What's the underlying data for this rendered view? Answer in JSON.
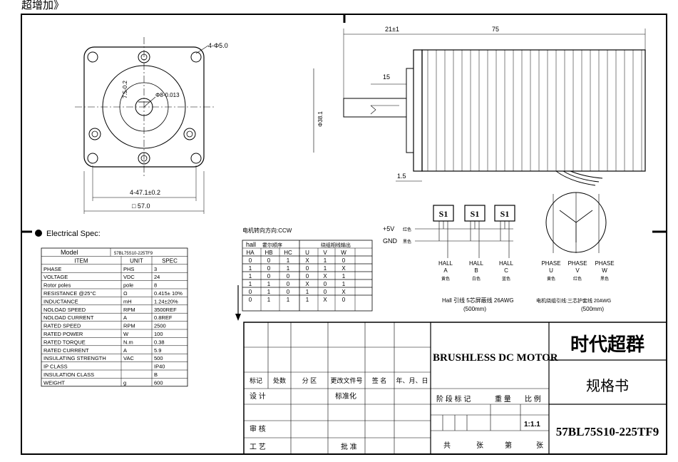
{
  "header_fragment": "超增加》",
  "motor_drawing": {
    "dim_hole": "4-Φ5.0",
    "dim_key": "7.5-0.2",
    "dim_shaft": "Φ8-0.013",
    "dim_bolt": "4-47.1±0.2",
    "dim_square": "□ 57.0",
    "dim_21": "21±1",
    "dim_75": "75",
    "dim_15": "15",
    "dim_38": "Φ38.1",
    "dim_1_5": "1.5"
  },
  "electrical_spec": {
    "heading": "Electrical Spec:",
    "model_label": "Model",
    "model_value": "57BL75S10-225TF9",
    "columns": [
      "ITEM",
      "UNIT",
      "SPEC"
    ],
    "rows": [
      [
        "PHASE",
        "PHS",
        "3"
      ],
      [
        "VOLTAGE",
        "VDC",
        "24"
      ],
      [
        "Rotor poles",
        "pole",
        "8"
      ],
      [
        "RESISTANCE @25°C",
        "Ω",
        "0.415± 10%"
      ],
      [
        "INDUCTANCE",
        "mH",
        "1.24±20%"
      ],
      [
        "NOLOAD SPEED",
        "RPM",
        "3500REF"
      ],
      [
        "NOLOAD CURRENT",
        "A",
        "0.8REF"
      ],
      [
        "RATED SPEED",
        "RPM",
        "2500"
      ],
      [
        "RATED POWER",
        "W",
        "100"
      ],
      [
        "RATED TORQUE",
        "N.m",
        "0.38"
      ],
      [
        "RATED CURRENT",
        "A",
        "5.9"
      ],
      [
        "INSULATING STRENGTH",
        "VAC",
        "500"
      ],
      [
        "IP CLASS",
        "",
        "IP40"
      ],
      [
        "INSULATION CLASS",
        "",
        "B"
      ],
      [
        "WEIGHT",
        "g",
        "600"
      ]
    ]
  },
  "hall_table": {
    "rotation": "电机转向方向:CCW",
    "hall_label": "hall",
    "hall_seq_label": "霍尔顺序",
    "phase_label": "绕组相线输出",
    "columns": [
      "HA",
      "HB",
      "HC",
      "U",
      "V",
      "W"
    ],
    "rows": [
      [
        "0",
        "0",
        "1",
        "X",
        "1",
        "0"
      ],
      [
        "1",
        "0",
        "1",
        "0",
        "1",
        "X"
      ],
      [
        "1",
        "0",
        "0",
        "0",
        "X",
        "1"
      ],
      [
        "1",
        "1",
        "0",
        "X",
        "0",
        "1"
      ],
      [
        "0",
        "1",
        "0",
        "1",
        "0",
        "X"
      ],
      [
        "0",
        "1",
        "1",
        "1",
        "X",
        "0"
      ]
    ]
  },
  "wiring": {
    "plus5v": "+5V",
    "plus5v_color": "红色",
    "gnd": "GND",
    "gnd_color": "黑色",
    "sensors": [
      "S1",
      "S1",
      "S1"
    ],
    "halls": [
      {
        "name": "HALL",
        "letter": "A",
        "color": "黄色"
      },
      {
        "name": "HALL",
        "letter": "B",
        "color": "白色"
      },
      {
        "name": "HALL",
        "letter": "C",
        "color": "蓝色"
      }
    ],
    "hall_cable": "Hall 引线 5芯屏蔽线 26AWG",
    "hall_cable_len": "(500mm)",
    "phases": [
      {
        "name": "PHASE",
        "letter": "U",
        "color": "黄色"
      },
      {
        "name": "PHASE",
        "letter": "V",
        "color": "红色"
      },
      {
        "name": "PHASE",
        "letter": "W",
        "color": "黑色"
      }
    ],
    "phase_cable": "电机绕组引线:三芯护套线 20AWG",
    "phase_cable_len": "(500mm)"
  },
  "title_block": {
    "product_name": "BRUSHLESS DC MOTOR",
    "company": "时代超群",
    "doc_type": "规格书",
    "part_number": "57BL75S10-225TF9",
    "row_labels": [
      "标记",
      "处数",
      "分 区",
      "更改文件号",
      "签 名",
      "年、月、日"
    ],
    "design": "设 计",
    "standard": "标准化",
    "stage": "阶 段 标 记",
    "weight": "重 量",
    "scale": "比 例",
    "scale_value": "1:1.1",
    "review": "审 核",
    "process": "工 艺",
    "approve": "批 准",
    "total": "共",
    "sheet": "张",
    "no": "第",
    "sheet2": "张"
  }
}
